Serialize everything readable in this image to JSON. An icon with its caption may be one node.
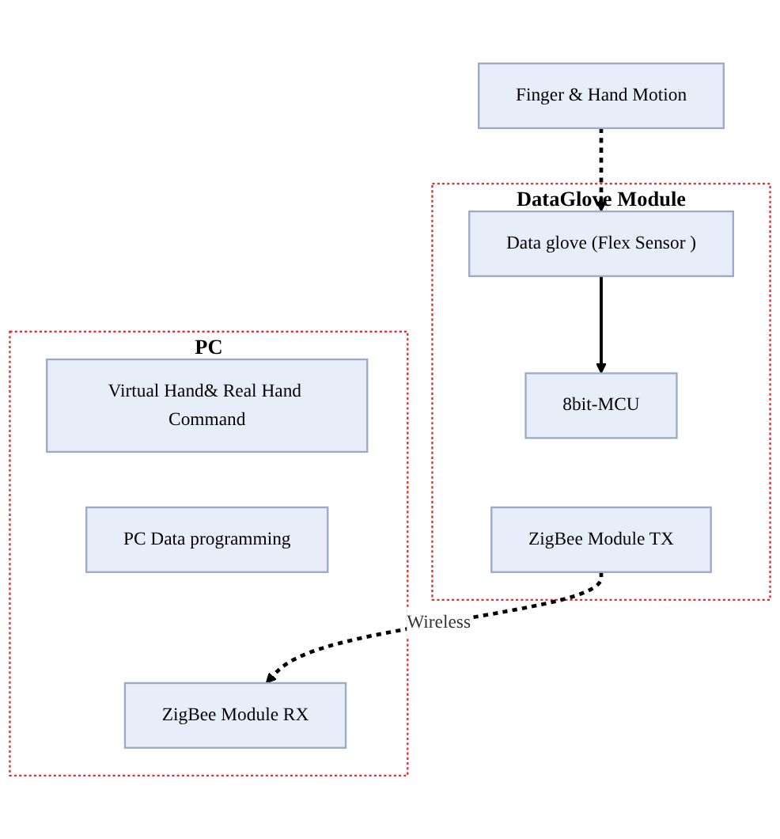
{
  "diagram": {
    "nodes": [
      {
        "text": [
          "Finger & Hand Motion"
        ]
      },
      {
        "text": [
          "DataGlove Module"
        ]
      },
      {
        "text": [
          "Data glove (Flex Sensor )"
        ],
        "in": 1
      },
      {
        "text": [
          "8bit-MCU"
        ],
        "in": 1
      },
      {
        "text": [
          "ZigBee Module TX"
        ],
        "in": 1
      },
      {
        "text": [
          "PC"
        ]
      },
      {
        "text": [
          "Virtual Hand& Real Hand Command"
        ],
        "in": 5
      },
      {
        "text": [
          "PC Data programming"
        ],
        "in": 5
      },
      {
        "text": [
          "ZigBee Module RX"
        ],
        "in": 5
      }
    ],
    "edges": [
      {
        "from": 0,
        "to": 2,
        "arrow": "to",
        "style": "dashed"
      },
      {
        "from": 2,
        "to": 3,
        "arrow": "to"
      },
      {
        "from": 4,
        "to": 8,
        "arrow": "to",
        "style": "dashed",
        "label": "Wireless"
      }
    ]
  }
}
